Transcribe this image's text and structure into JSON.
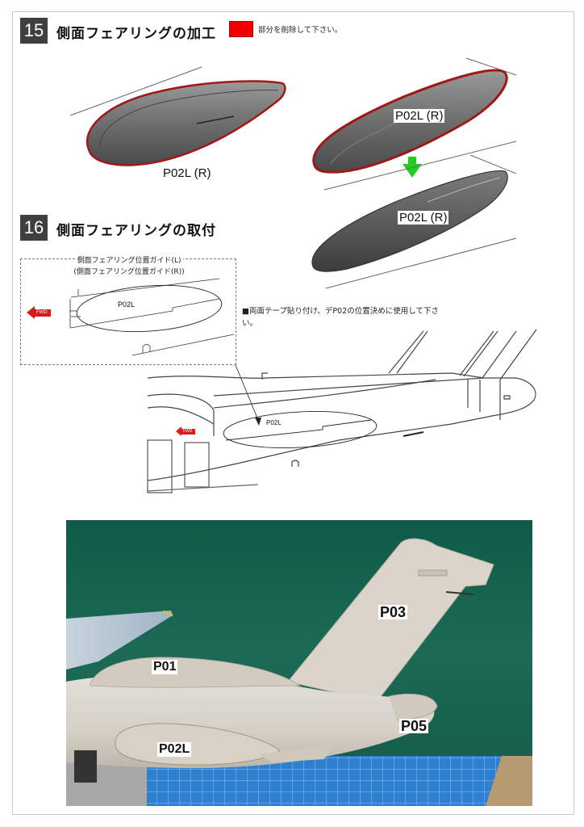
{
  "step15": {
    "number": "15",
    "title": "側面フェアリングの加工",
    "legend": {
      "swatch_color": "#ee0000",
      "text": "部分を削除して下さい。"
    },
    "part_before_label": "P02L (R)",
    "part_marked_label": "P02L (R)",
    "part_after_label": "P02L (R)",
    "arrow_color": "#22cc22"
  },
  "step16": {
    "number": "16",
    "title": "側面フェアリングの取付",
    "guide": {
      "title_l": "側面フェアリング位置ガイド(L)",
      "title_r": "(側面フェアリング位置ガイド(R))",
      "part_label": "P02L",
      "fwd_label": "FWD"
    },
    "note": "■両面テープ貼り付け、デP02の位置決めに使用して下さい。",
    "drawing": {
      "part_label": "P02L",
      "fwd_label": "FWD"
    }
  },
  "photo": {
    "labels": [
      {
        "id": "p01",
        "text": "P01"
      },
      {
        "id": "p02l",
        "text": "P02L"
      },
      {
        "id": "p03",
        "text": "P03"
      },
      {
        "id": "p05",
        "text": "P05"
      }
    ],
    "colors": {
      "background": "#1a6652",
      "model": "#d9d4cc",
      "cutting_mat": "#2f7fd0"
    }
  }
}
